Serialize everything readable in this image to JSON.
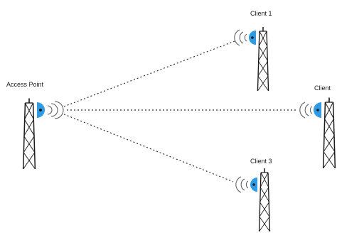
{
  "diagram": {
    "access_point": {
      "label": "Access Point"
    },
    "clients": [
      {
        "label": "Client 1"
      },
      {
        "label": "Client"
      },
      {
        "label": "Client 3"
      }
    ],
    "colors": {
      "antenna": "#2e9be4",
      "tower": "#1a1a1a",
      "link": "#333333",
      "signal": "#555555"
    },
    "icons": [
      "tower-icon",
      "antenna-icon",
      "signal-waves-icon"
    ]
  }
}
